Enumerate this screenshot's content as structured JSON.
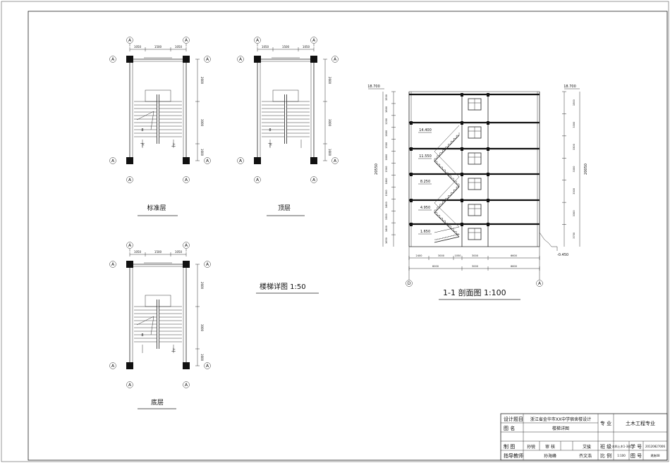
{
  "plans": [
    {
      "label": "标准层",
      "dims_top": [
        "1050",
        "1500",
        "1050"
      ],
      "dims_right": [
        "2600",
        "3000",
        "1600"
      ],
      "axis": "A",
      "down": "下",
      "up": "上"
    },
    {
      "label": "顶层",
      "dims_top": [
        "1050",
        "1500",
        "1050"
      ],
      "dims_right": [
        "2600",
        "3000",
        "1600"
      ],
      "axis": "A",
      "down": "下",
      "up": ""
    },
    {
      "label": "底层",
      "dims_top": [
        "1050",
        "1500",
        "1050"
      ],
      "dims_right": [
        "2600",
        "3000",
        "1600"
      ],
      "axis": "A",
      "down": "",
      "up": "上"
    }
  ],
  "plan_group_title": "楼梯详图 1:50",
  "section": {
    "title": "1-1 剖面图 1:100",
    "axis_left": "D",
    "axis_right": "A",
    "top_level": "18.700",
    "levels": [
      "14.400",
      "11.550",
      "8.250",
      "4.950",
      "1.650"
    ],
    "ground_level": "-0.450",
    "left_total": "20550",
    "right_total": "20050",
    "left_dims": [
      "1500",
      "1800",
      "1200",
      "1800",
      "1500",
      "1800",
      "1500",
      "1800",
      "1500",
      "1800",
      "1500",
      "1800",
      "1650"
    ],
    "right_dims": [
      "1500",
      "3300",
      "3300",
      "3300",
      "3300",
      "3300",
      "3750"
    ],
    "bottom_dims_1": [
      "2400",
      "3000",
      "1050",
      "3000",
      "6600"
    ],
    "bottom_dims_2": [
      "6000",
      "3000",
      "6600"
    ]
  },
  "title_block": {
    "design_topic_label": "设计题目",
    "design_topic": "浙江省金华市XX中学宿舍楼设计",
    "major_label": "专 业",
    "major": "土木工程专业",
    "drawing_name_label": "图 名",
    "drawing_name": "楼梯详图",
    "drawn_label": "制 图",
    "drawn_by": "孙锐",
    "check_label": "审 核",
    "checker": "艾骏",
    "class_label": "班 级",
    "class_value": "本科土木1-3班",
    "student_no_label": "学 号",
    "student_no": "20120827006",
    "advisor_label": "指导教师",
    "advisor_1": "孙海峰",
    "advisor_2": "齐文浩",
    "scale_label": "比 例",
    "scale_value": "1:100",
    "sheet_no_label": "图 号",
    "sheet_no": "建施08"
  }
}
